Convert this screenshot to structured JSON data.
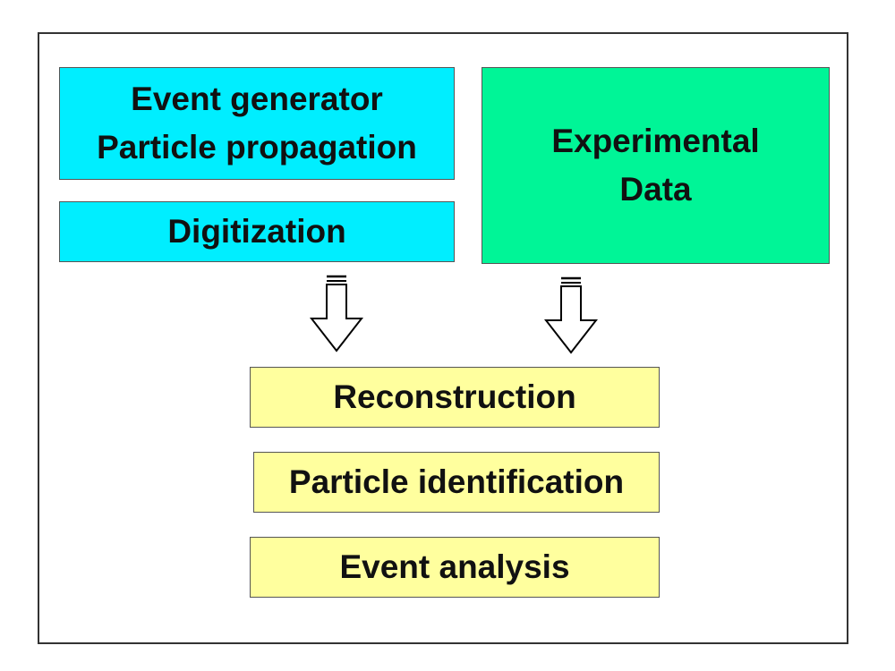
{
  "diagram": {
    "boxes": {
      "event_generator": {
        "lines": [
          "Event generator",
          "Particle propagation"
        ],
        "color": "#00eeff"
      },
      "digitization": {
        "label": "Digitization",
        "color": "#00eeff"
      },
      "experimental_data": {
        "lines": [
          "Experimental",
          "Data"
        ],
        "color": "#00f597"
      },
      "reconstruction": {
        "label": "Reconstruction",
        "color": "#ffff9e"
      },
      "particle_identification": {
        "label": "Particle identification",
        "color": "#ffff9e"
      },
      "event_analysis": {
        "label": "Event analysis",
        "color": "#ffff9e"
      }
    },
    "arrows": [
      {
        "from": "digitization",
        "to": "reconstruction",
        "icon": "hollow-down-arrow-icon"
      },
      {
        "from": "experimental_data",
        "to": "reconstruction",
        "icon": "hollow-down-arrow-icon"
      }
    ]
  }
}
